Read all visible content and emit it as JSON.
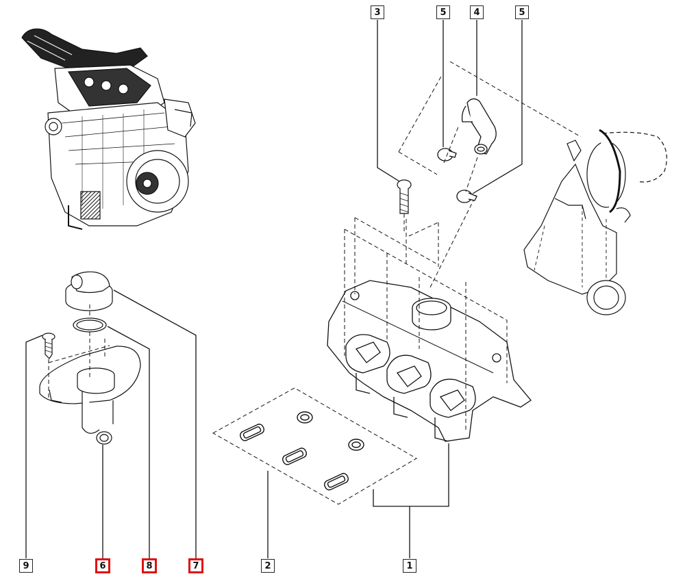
{
  "diagram": {
    "title": "Intake manifold and oil filler assembly - exploded parts diagram",
    "highlight_color": "#e01010",
    "line_color": "#222222",
    "callouts_top": [
      {
        "id": "c3",
        "label": "3",
        "part": "bolt",
        "highlighted": false
      },
      {
        "id": "c5a",
        "label": "5",
        "part": "hose-clamp",
        "highlighted": false
      },
      {
        "id": "c4",
        "label": "4",
        "part": "breather-hose",
        "highlighted": false
      },
      {
        "id": "c5b",
        "label": "5",
        "part": "hose-clamp",
        "highlighted": false
      }
    ],
    "callouts_bottom": [
      {
        "id": "c9",
        "label": "9",
        "part": "screw",
        "highlighted": false
      },
      {
        "id": "c6",
        "label": "6",
        "part": "oil-filler-neck",
        "highlighted": true
      },
      {
        "id": "c8",
        "label": "8",
        "part": "o-ring-seal",
        "highlighted": true
      },
      {
        "id": "c7",
        "label": "7",
        "part": "oil-filler-cap",
        "highlighted": true
      },
      {
        "id": "c2",
        "label": "2",
        "part": "manifold-gasket-kit",
        "highlighted": false
      },
      {
        "id": "c1",
        "label": "1",
        "part": "intake-manifold",
        "highlighted": false
      }
    ],
    "components": [
      "engine-overview",
      "oil-filler-cap",
      "o-ring-seal",
      "screw",
      "oil-filler-neck",
      "gasket-kit",
      "intake-manifold",
      "bolt",
      "breather-hose",
      "hose-clamp-upper",
      "hose-clamp-lower",
      "throttle-body-assembly"
    ]
  }
}
